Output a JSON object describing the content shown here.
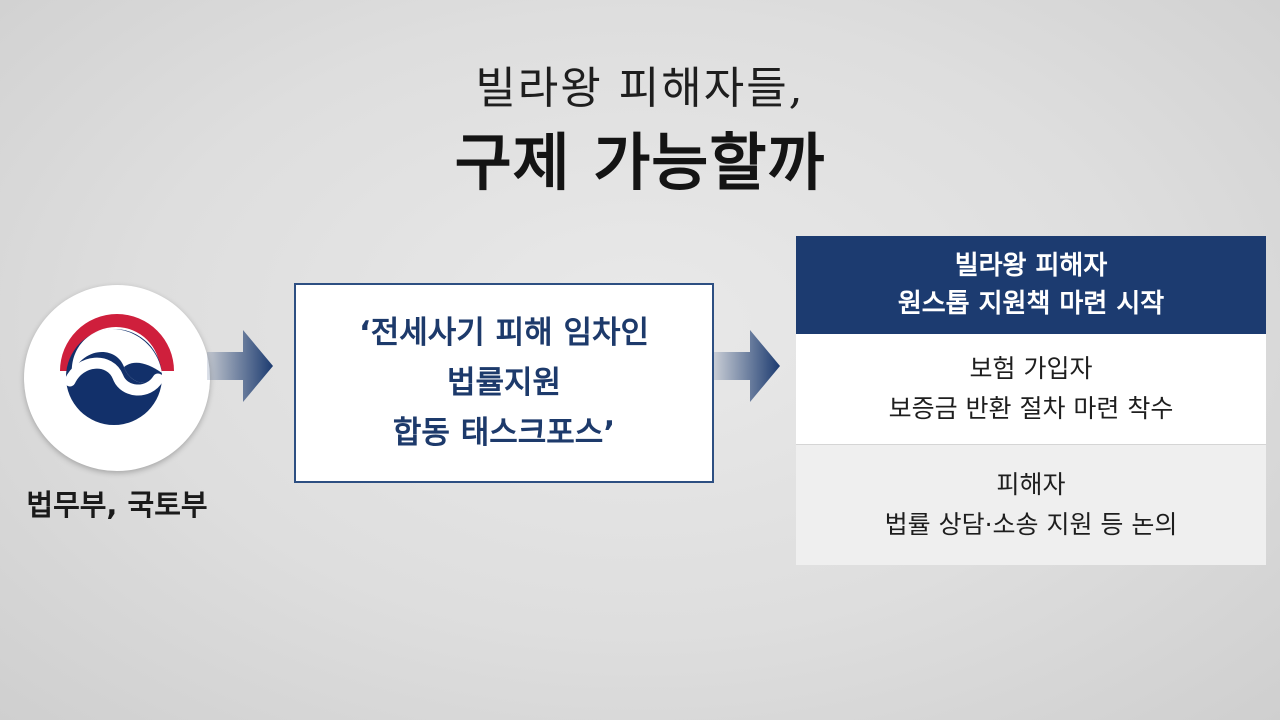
{
  "title": {
    "line1": "빌라왕 피해자들,",
    "line2": "구제 가능할까"
  },
  "emblem": {
    "icon": "taegeuk-emblem-icon",
    "caption": "법무부, 국토부"
  },
  "center_box": {
    "lines": [
      "‘전세사기 피해 임차인",
      "법률지원",
      "합동 태스크포스’"
    ]
  },
  "right_panel": {
    "header_lines": [
      "빌라왕 피해자",
      "원스톱 지원책 마련 시작"
    ],
    "block1_lines": [
      "보험 가입자",
      "보증금 반환 절차 마련 착수"
    ],
    "block2_lines": [
      "피해자",
      "법률 상담·소송 지원 등 논의"
    ]
  },
  "colors": {
    "navy": "#1c3b70",
    "box_text": "#1d3a6b",
    "emblem_blue": "#12306a",
    "emblem_red": "#cf1f3c"
  }
}
